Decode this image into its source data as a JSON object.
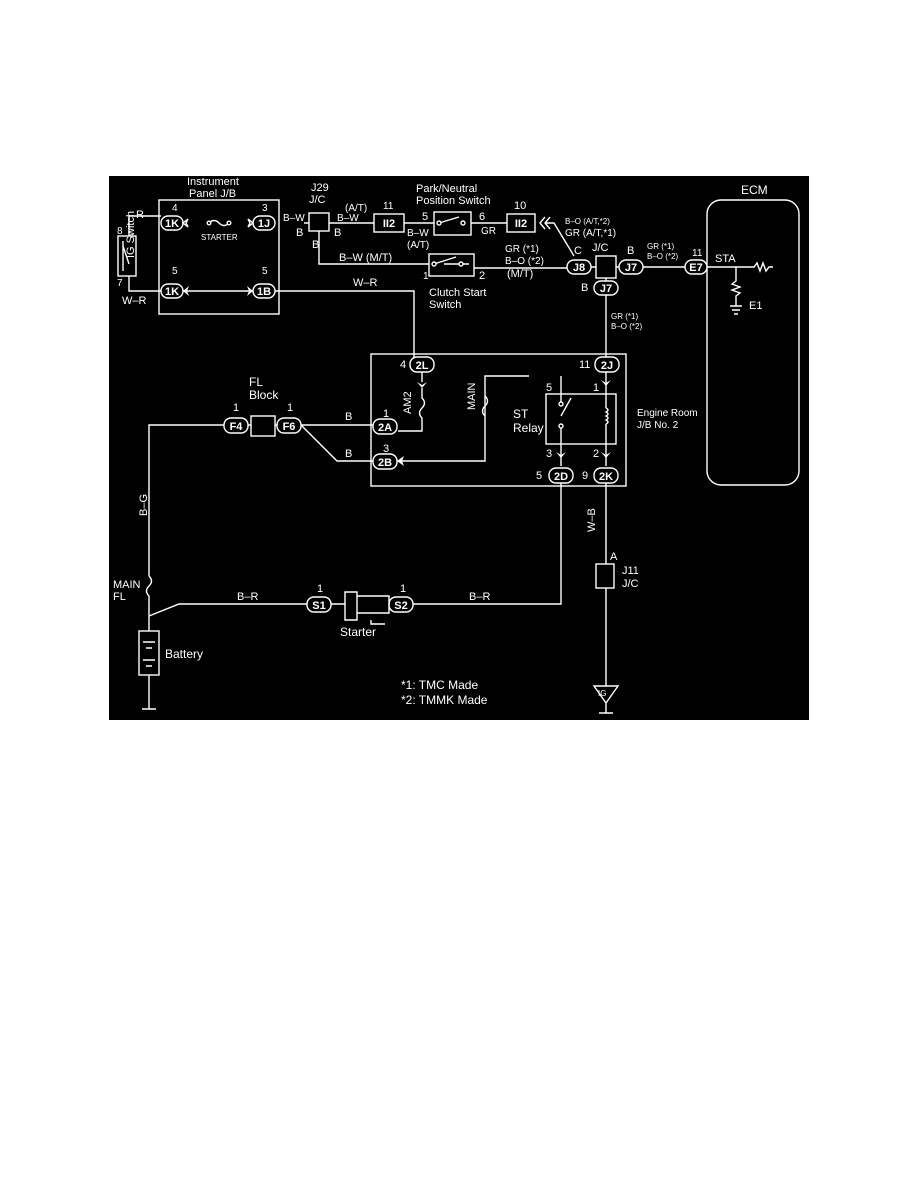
{
  "diagram": {
    "ecm": {
      "title": "ECM",
      "sta": "STA",
      "e1": "E1",
      "e7": "E7",
      "pin": "11"
    },
    "instrument_panel_jb": {
      "title_line1": "Instrument",
      "title_line2": "Panel J/B",
      "c1k_a": "1K",
      "c1j": "1J",
      "c1k_b": "1K",
      "c1b": "1B",
      "pin4": "4",
      "pin3": "3",
      "pin5a": "5",
      "pin5b": "5",
      "fuse": "STARTER"
    },
    "ig_switch": {
      "title": "IG Switch",
      "pin8": "8",
      "pin7": "7",
      "wire_r": "R",
      "wire_wr": "W–R"
    },
    "j29": {
      "line1": "J29",
      "line2": "J/C",
      "bw": "B–W",
      "b1": "B",
      "b2": "B",
      "b3": "B"
    },
    "top_wires": {
      "at": "(A/T)",
      "bw_a": "B–W",
      "pin11": "11",
      "ii2_a": "II2",
      "bw_b": "B–W",
      "at2": "(A/T)",
      "bw_mt": "B–W (M/T)",
      "wr": "W–R"
    },
    "park_neutral": {
      "line1": "Park/Neutral",
      "line2": "Position Switch",
      "pin5": "5",
      "pin6": "6",
      "gr": "GR"
    },
    "ii2_b": {
      "label": "II2",
      "pin": "10"
    },
    "clutch": {
      "line1": "Clutch Start",
      "line2": "Switch",
      "pin1": "1",
      "pin2": "2",
      "mt": "(M/T)"
    },
    "jc_block": {
      "bo1": "B–O (A/T,*2)",
      "gr1": "GR (A/T,*1)",
      "gr2": "GR (*1)",
      "bo2": "B–O (*2)",
      "c": "C",
      "jc": "J/C",
      "b_top": "B",
      "b_bot": "B",
      "j8": "J8",
      "j7a": "J7",
      "j7b": "J7"
    },
    "ecm_wires": {
      "gr": "GR (*1)",
      "bo": "B–O (*2)"
    },
    "down_wires": {
      "gr": "GR (*1)",
      "bo": "B–O (*2)"
    },
    "engine_room_jb": {
      "line1": "Engine Room",
      "line2": "J/B No. 2",
      "c2l": "2L",
      "c2j": "2J",
      "c2a": "2A",
      "c2b": "2B",
      "c2d": "2D",
      "c2k": "2K",
      "pin4": "4",
      "pin11": "11",
      "pin1a": "1",
      "pin3a": "3",
      "pin5": "5",
      "pin9": "9",
      "am2": "AM2",
      "main": "MAIN",
      "relay_line1": "ST",
      "relay_line2": "Relay",
      "r5": "5",
      "r1": "1",
      "r3": "3",
      "r2": "2"
    },
    "fl_block": {
      "line1": "FL",
      "line2": "Block",
      "f4": "F4",
      "f6": "F6",
      "pin1a": "1",
      "pin1b": "1",
      "b1": "B",
      "b2": "B"
    },
    "left_wire": {
      "bg": "B–G",
      "main_line1": "MAIN",
      "main_line2": "FL"
    },
    "battery": {
      "label": "Battery"
    },
    "starter": {
      "label": "Starter",
      "s1": "S1",
      "s2": "S2",
      "pin1a": "1",
      "pin1b": "1",
      "br1": "B–R",
      "br2": "B–R"
    },
    "j11": {
      "a": "A",
      "line1": "J11",
      "line2": "J/C",
      "wb": "W–B"
    },
    "ground": {
      "label": "IG"
    },
    "notes": {
      "n1": "*1: TMC Made",
      "n2": "*2: TMMK Made"
    }
  }
}
